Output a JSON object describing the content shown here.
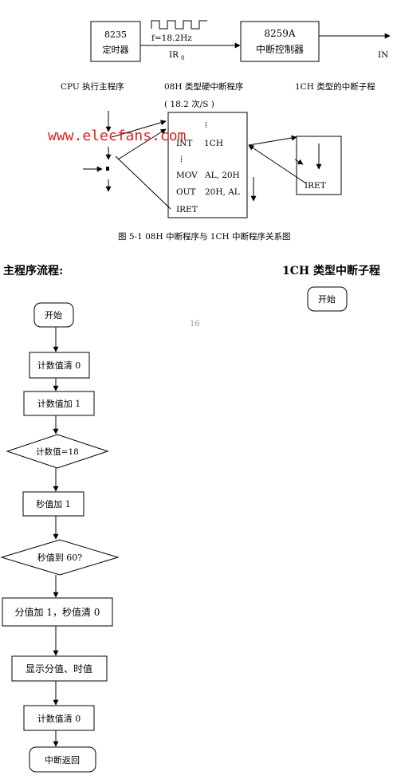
{
  "top": {
    "timer_box": {
      "line1": "8235",
      "line2": "定时器"
    },
    "freq_label": "f=18.2Hz",
    "ir_label": "IR",
    "ir_sub": "0",
    "pic_box": {
      "line1": "8259A",
      "line2": "中断控制器"
    },
    "out_label": "IN"
  },
  "middle": {
    "col_cpu": "CPU 执行主程序",
    "col_08h": "08H 类型硬中断程序",
    "col_08h_rate": "( 18.2 次/S )",
    "col_1ch": "1CH 类型的中断子程",
    "int_box": {
      "row_dots1": "⁞",
      "row_int_a": "INT",
      "row_int_b": "1CH",
      "row_dots2": "⁞",
      "row_mov_a": "MOV",
      "row_mov_b": "AL, 20H",
      "row_out_a": "OUT",
      "row_out_b": "20H, AL",
      "row_iret": "IRET"
    },
    "sub_box": {
      "iret": "IRET"
    },
    "watermark": "www.elecfans.com",
    "caption": "图 5-1   08H 中断程序与 1CH 中断程序关系图"
  },
  "page_number": "16",
  "left_flow": {
    "title": "主程序流程:",
    "nodes": [
      "开始",
      "计数值清 0",
      "计数值加 1",
      "计数值=18",
      "秒值加 1",
      "秒值到 60?",
      "分值加 1，秒值清 0",
      "显示分值、时值",
      "计数值清 0",
      "中断返回"
    ]
  },
  "right_flow": {
    "title": "1CH 类型中断子程",
    "start": "开始"
  }
}
